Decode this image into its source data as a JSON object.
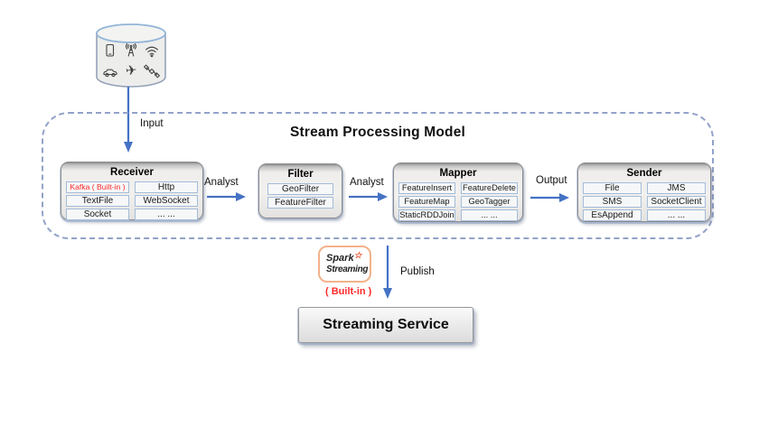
{
  "diagram": {
    "title": "Stream Processing Model",
    "labels": {
      "input": "Input",
      "analyst": "Analyst",
      "output": "Output",
      "publish": "Publish"
    },
    "source_icons": [
      "smartphone",
      "cell-tower",
      "wifi",
      "car",
      "airplane",
      "satellite"
    ],
    "airplane_glyph": "✈",
    "nodes": {
      "receiver": {
        "title": "Receiver",
        "col1": [
          "Kafka ( Built-in )",
          "TextFile",
          "Socket"
        ],
        "col2": [
          "Http",
          "WebSocket",
          "... ..."
        ]
      },
      "filter": {
        "title": "Filter",
        "items": [
          "GeoFilter",
          "FeatureFilter"
        ]
      },
      "mapper": {
        "title": "Mapper",
        "col1": [
          "FeatureInsert",
          "FeatureMap",
          "StaticRDDJoin"
        ],
        "col2": [
          "FeatureDelete",
          "GeoTagger",
          "... ..."
        ]
      },
      "sender": {
        "title": "Sender",
        "col1": [
          "File",
          "SMS",
          "EsAppend"
        ],
        "col2": [
          "JMS",
          "SocketClient",
          "... ..."
        ]
      }
    },
    "spark": {
      "name_line1": "Spark",
      "name_line2": "Streaming",
      "star_glyph": "☆",
      "builtin": "( Built-in )"
    },
    "service": {
      "label": "Streaming Service"
    },
    "colors": {
      "arrow_blue": "#4472c4",
      "dashed_border": "#93a2c9",
      "cell_border": "#a3bcd9",
      "highlight_red": "#ff2a2a",
      "spark_orange": "#f2b28a",
      "star_orange": "#e8502a",
      "panel_gray": "#efeeec"
    }
  }
}
